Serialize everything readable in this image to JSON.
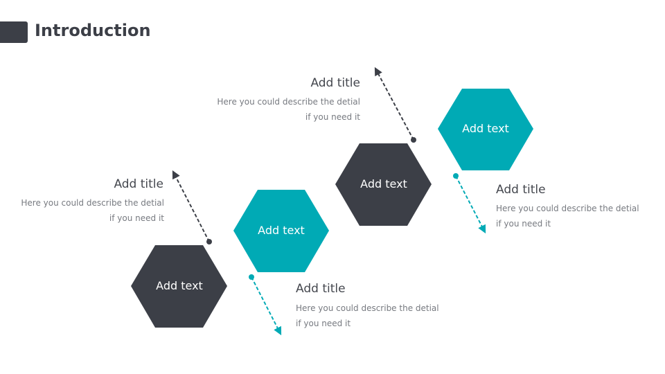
{
  "header": {
    "title": "Introduction"
  },
  "hexagons": [
    {
      "label": "Add text",
      "color": "#3c3f47"
    },
    {
      "label": "Add text",
      "color": "#00aab5"
    },
    {
      "label": "Add text",
      "color": "#3c3f47"
    },
    {
      "label": "Add text",
      "color": "#00aab5"
    }
  ],
  "callouts": [
    {
      "title": "Add title",
      "desc_line1": "Here you could describe the detial",
      "desc_line2": "if you need it"
    },
    {
      "title": "Add title",
      "desc_line1": "Here you could describe the detial",
      "desc_line2": "if you need it"
    },
    {
      "title": "Add title",
      "desc_line1": "Here you could describe the detial",
      "desc_line2": "if you need it"
    },
    {
      "title": "Add title",
      "desc_line1": "Here you could describe the detial",
      "desc_line2": "if you need it"
    }
  ],
  "colors": {
    "dark": "#3c3f47",
    "teal": "#00aab5"
  }
}
